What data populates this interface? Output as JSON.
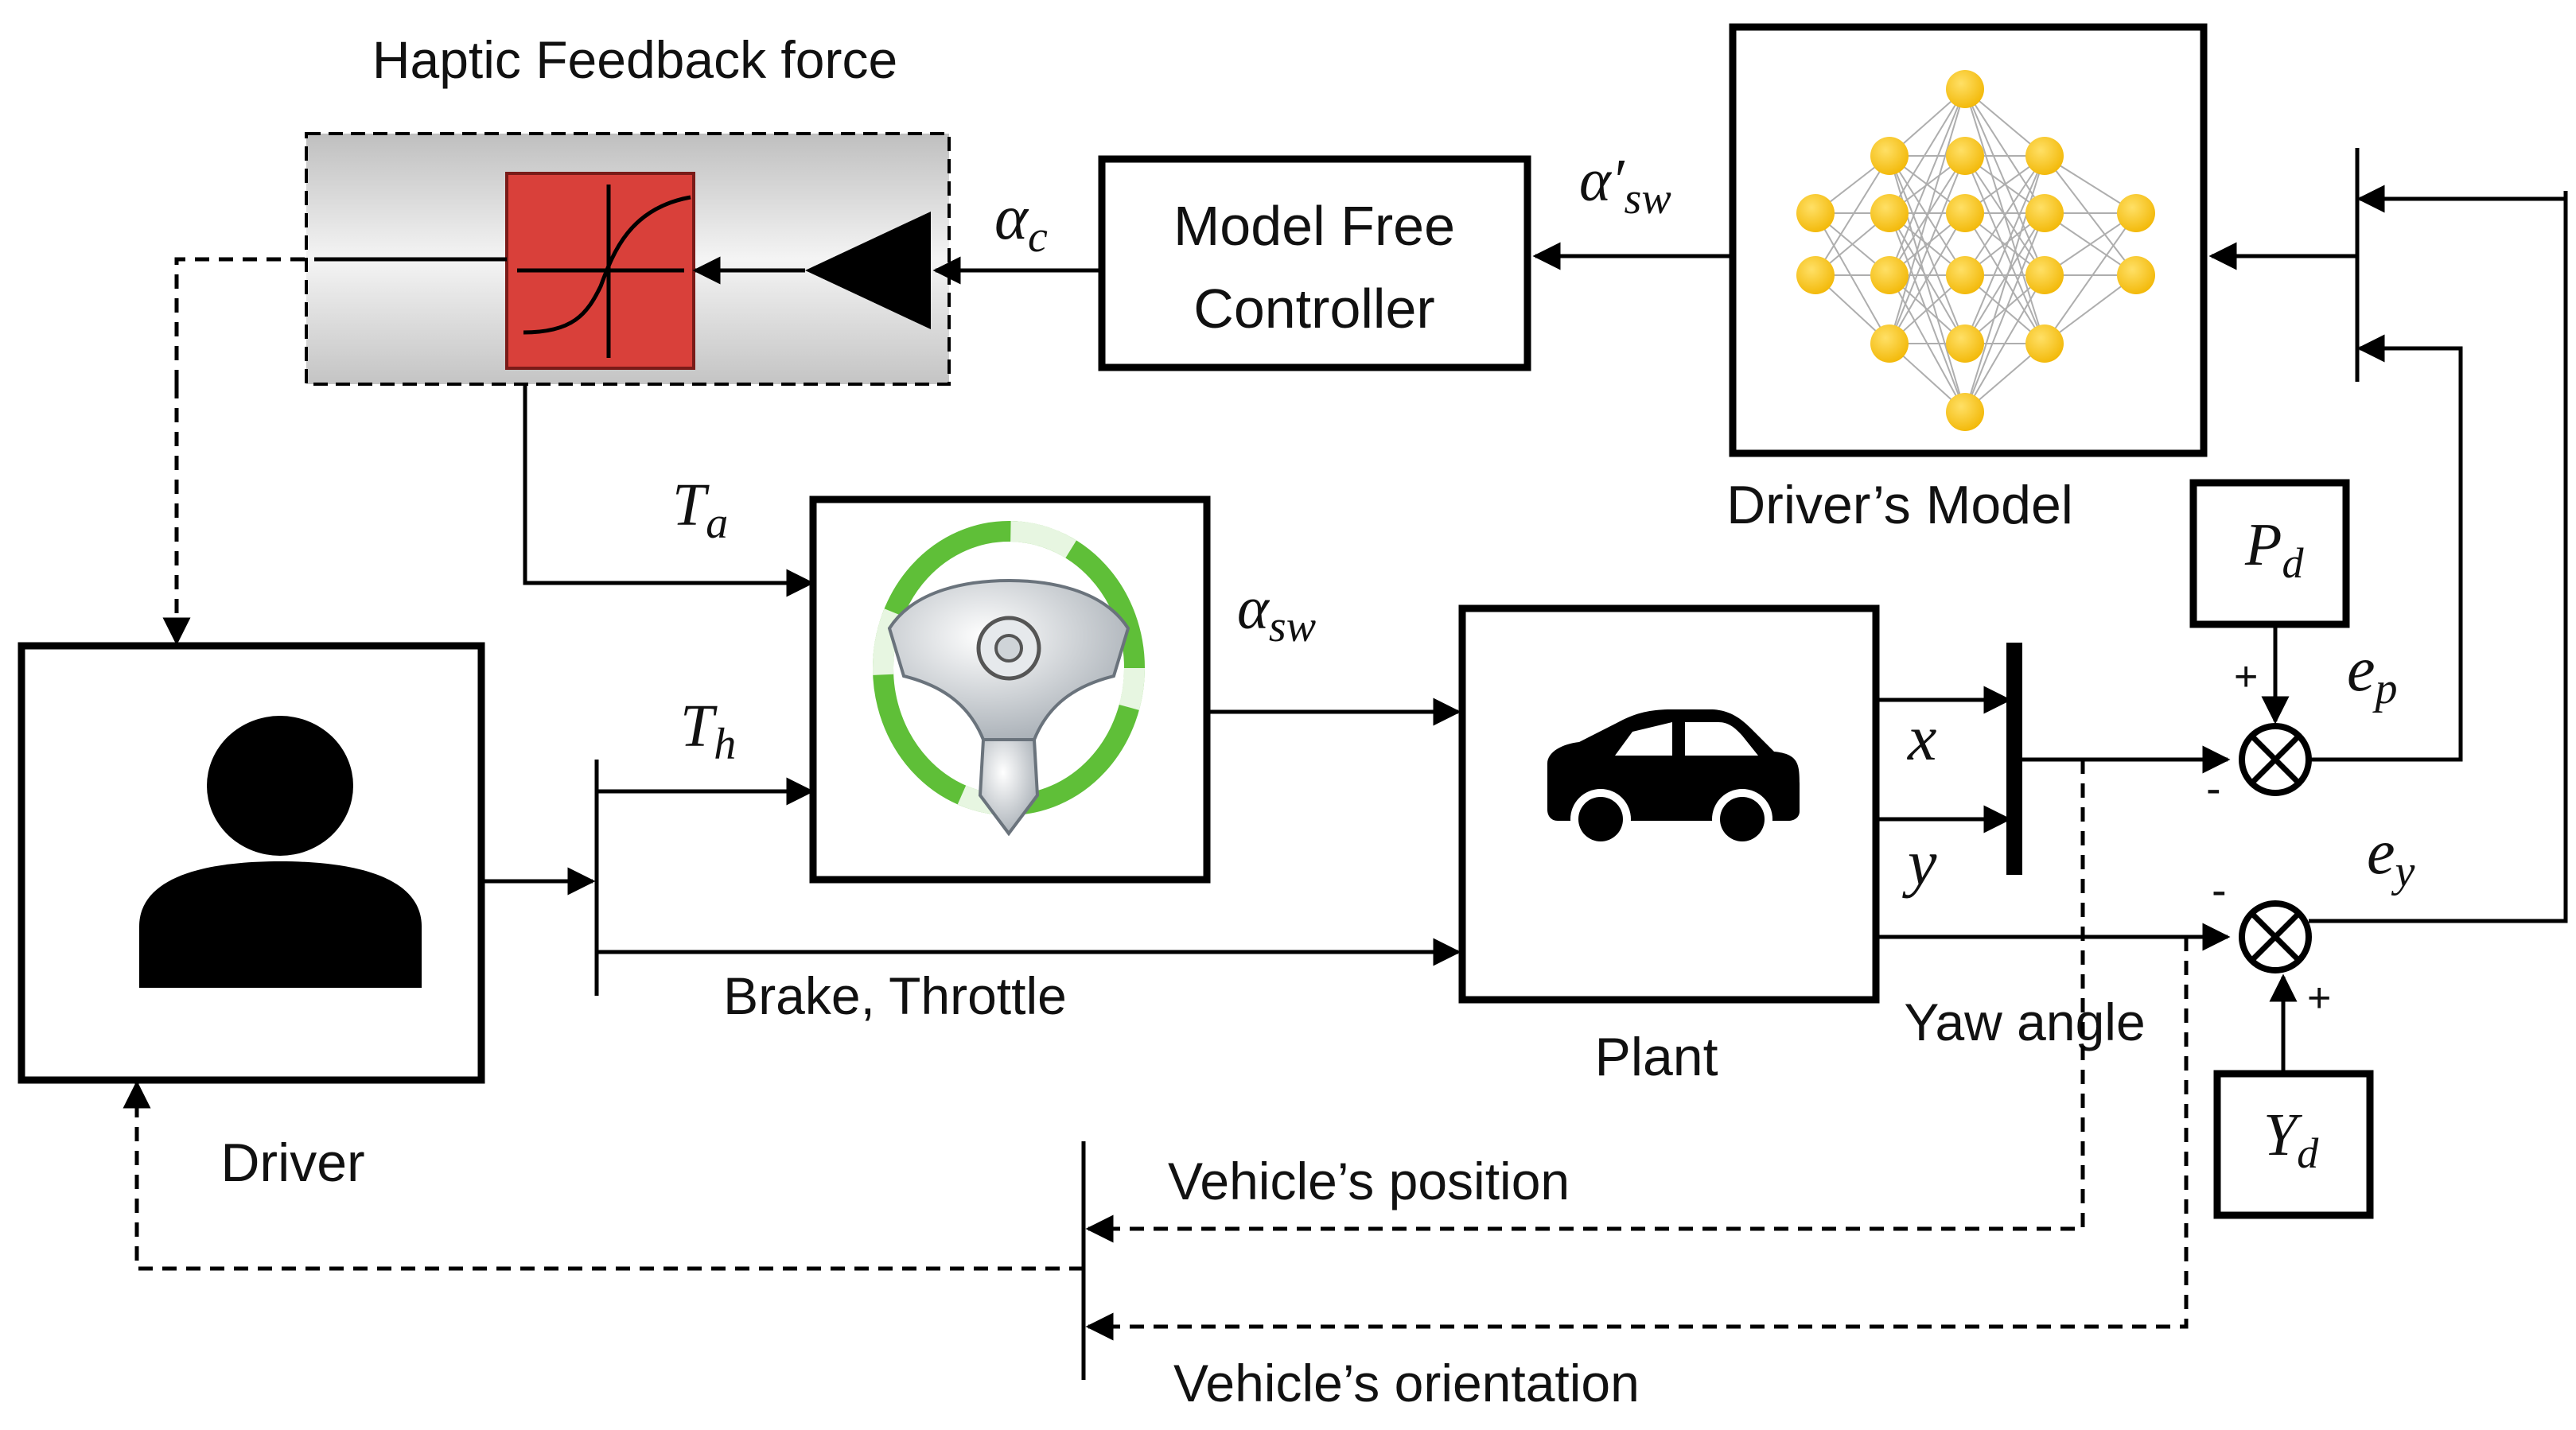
{
  "labels": {
    "haptic_title": "Haptic Feedback force",
    "controller_line1": "Model Free",
    "controller_line2": "Controller",
    "drivers_model": "Driver’s Model",
    "plant": "Plant",
    "driver": "Driver",
    "brake_throttle": "Brake, Throttle",
    "yaw_angle": "Yaw angle",
    "vehicle_position": "Vehicle’s position",
    "vehicle_orientation": "Vehicle’s orientation"
  },
  "math": {
    "alpha_c": {
      "base": "α",
      "sub": "c"
    },
    "alpha_prime_sw": {
      "base": "α′",
      "sub": "sw"
    },
    "alpha_sw": {
      "base": "α",
      "sub": "sw"
    },
    "t_a": {
      "base": "T",
      "sub": "a"
    },
    "t_h": {
      "base": "T",
      "sub": "h"
    },
    "x": "x",
    "y": "y",
    "p_d": {
      "base": "P",
      "sub": "d"
    },
    "y_d": {
      "base": "Y",
      "sub": "d"
    },
    "e_p": {
      "base": "e",
      "sub": "p"
    },
    "e_y": {
      "base": "e",
      "sub": "y"
    }
  },
  "signs": {
    "plus_top": "+",
    "minus_top": "-",
    "minus_bottom": "-",
    "plus_bottom": "+"
  },
  "colors": {
    "saturation_block": "#d9403a",
    "haptic_panel": "#dedede",
    "neuron": "#f5c218",
    "wheel_rim": "#6cc63c",
    "line": "#000000"
  }
}
